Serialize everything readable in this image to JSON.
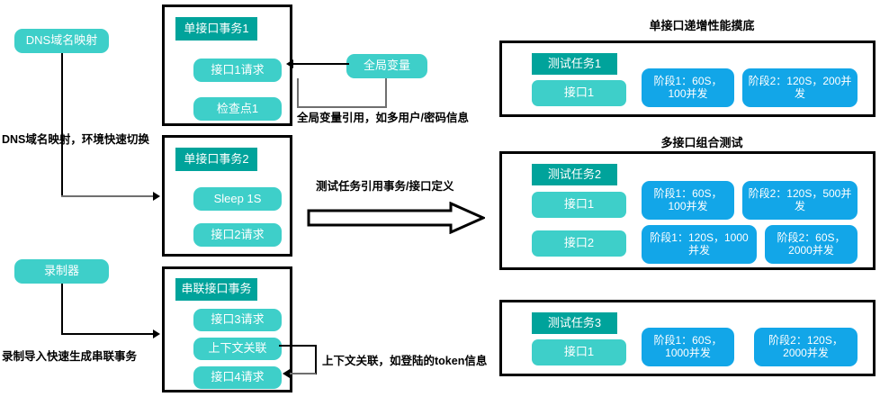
{
  "left_column": {
    "dns_box": {
      "label": "DNS域名映射"
    },
    "dns_note": "DNS域名映射，环境快速切换",
    "recorder_box": {
      "label": "录制器"
    },
    "recorder_note": "录制导入快速生成串联事务"
  },
  "transactions": [
    {
      "name": "transaction-1",
      "header": "单接口事务1",
      "steps": [
        "接口1请求",
        "检查点1"
      ]
    },
    {
      "name": "transaction-2",
      "header": "单接口事务2",
      "steps": [
        "Sleep 1S",
        "接口2请求"
      ]
    },
    {
      "name": "transaction-serial",
      "header": "串联接口事务",
      "steps": [
        "接口3请求",
        "上下文关联",
        "接口4请求"
      ]
    }
  ],
  "middle": {
    "global_variable_box": "全局变量",
    "global_variable_note": "全局变量引用，如多用户/密码信息",
    "big_arrow_note": "测试任务引用事务/接口定义",
    "context_note": "上下文关联，如登陆的token信息"
  },
  "right_sections": [
    {
      "name": "single-interface-ramp",
      "title": "单接口递增性能摸底",
      "task_label": "测试任务1",
      "rows": [
        {
          "interface": "接口1",
          "phases": [
            "阶段1：60S，100并发",
            "阶段2：120S，200并发"
          ]
        }
      ]
    },
    {
      "name": "multi-interface-combo",
      "title": "多接口组合测试",
      "task_label": "测试任务2",
      "rows": [
        {
          "interface": "接口1",
          "phases": [
            "阶段1：60S，100并发",
            "阶段2：120S，500并发"
          ]
        },
        {
          "interface": "接口2",
          "phases": [
            "阶段1：120S，1000并发",
            "阶段2：60S，2000并发"
          ]
        }
      ]
    },
    {
      "name": "task-three",
      "title": "",
      "task_label": "测试任务3",
      "rows": [
        {
          "interface": "接口1",
          "phases": [
            "阶段1：60S，1000并发",
            "阶段2：120S，2000并发"
          ]
        }
      ]
    }
  ],
  "colors": {
    "teal_light": "#3ECFC9",
    "teal_dark": "#00A39B",
    "blue": "#12A6E8",
    "outline": "#000000",
    "connector_gray": "#6F6F6F"
  }
}
